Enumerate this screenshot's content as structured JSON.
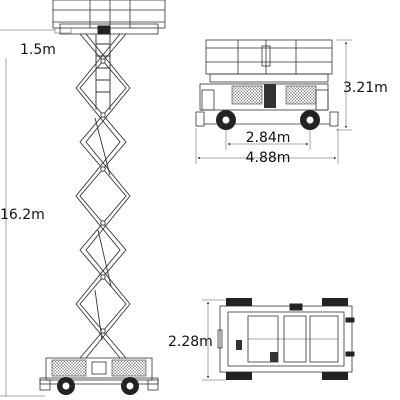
{
  "dimensions": {
    "platform_height": "1.5m",
    "working_height": "16.2m",
    "stowed_height": "3.21m",
    "wheelbase": "2.84m",
    "overall_length": "4.88m",
    "overall_width": "2.28m"
  }
}
